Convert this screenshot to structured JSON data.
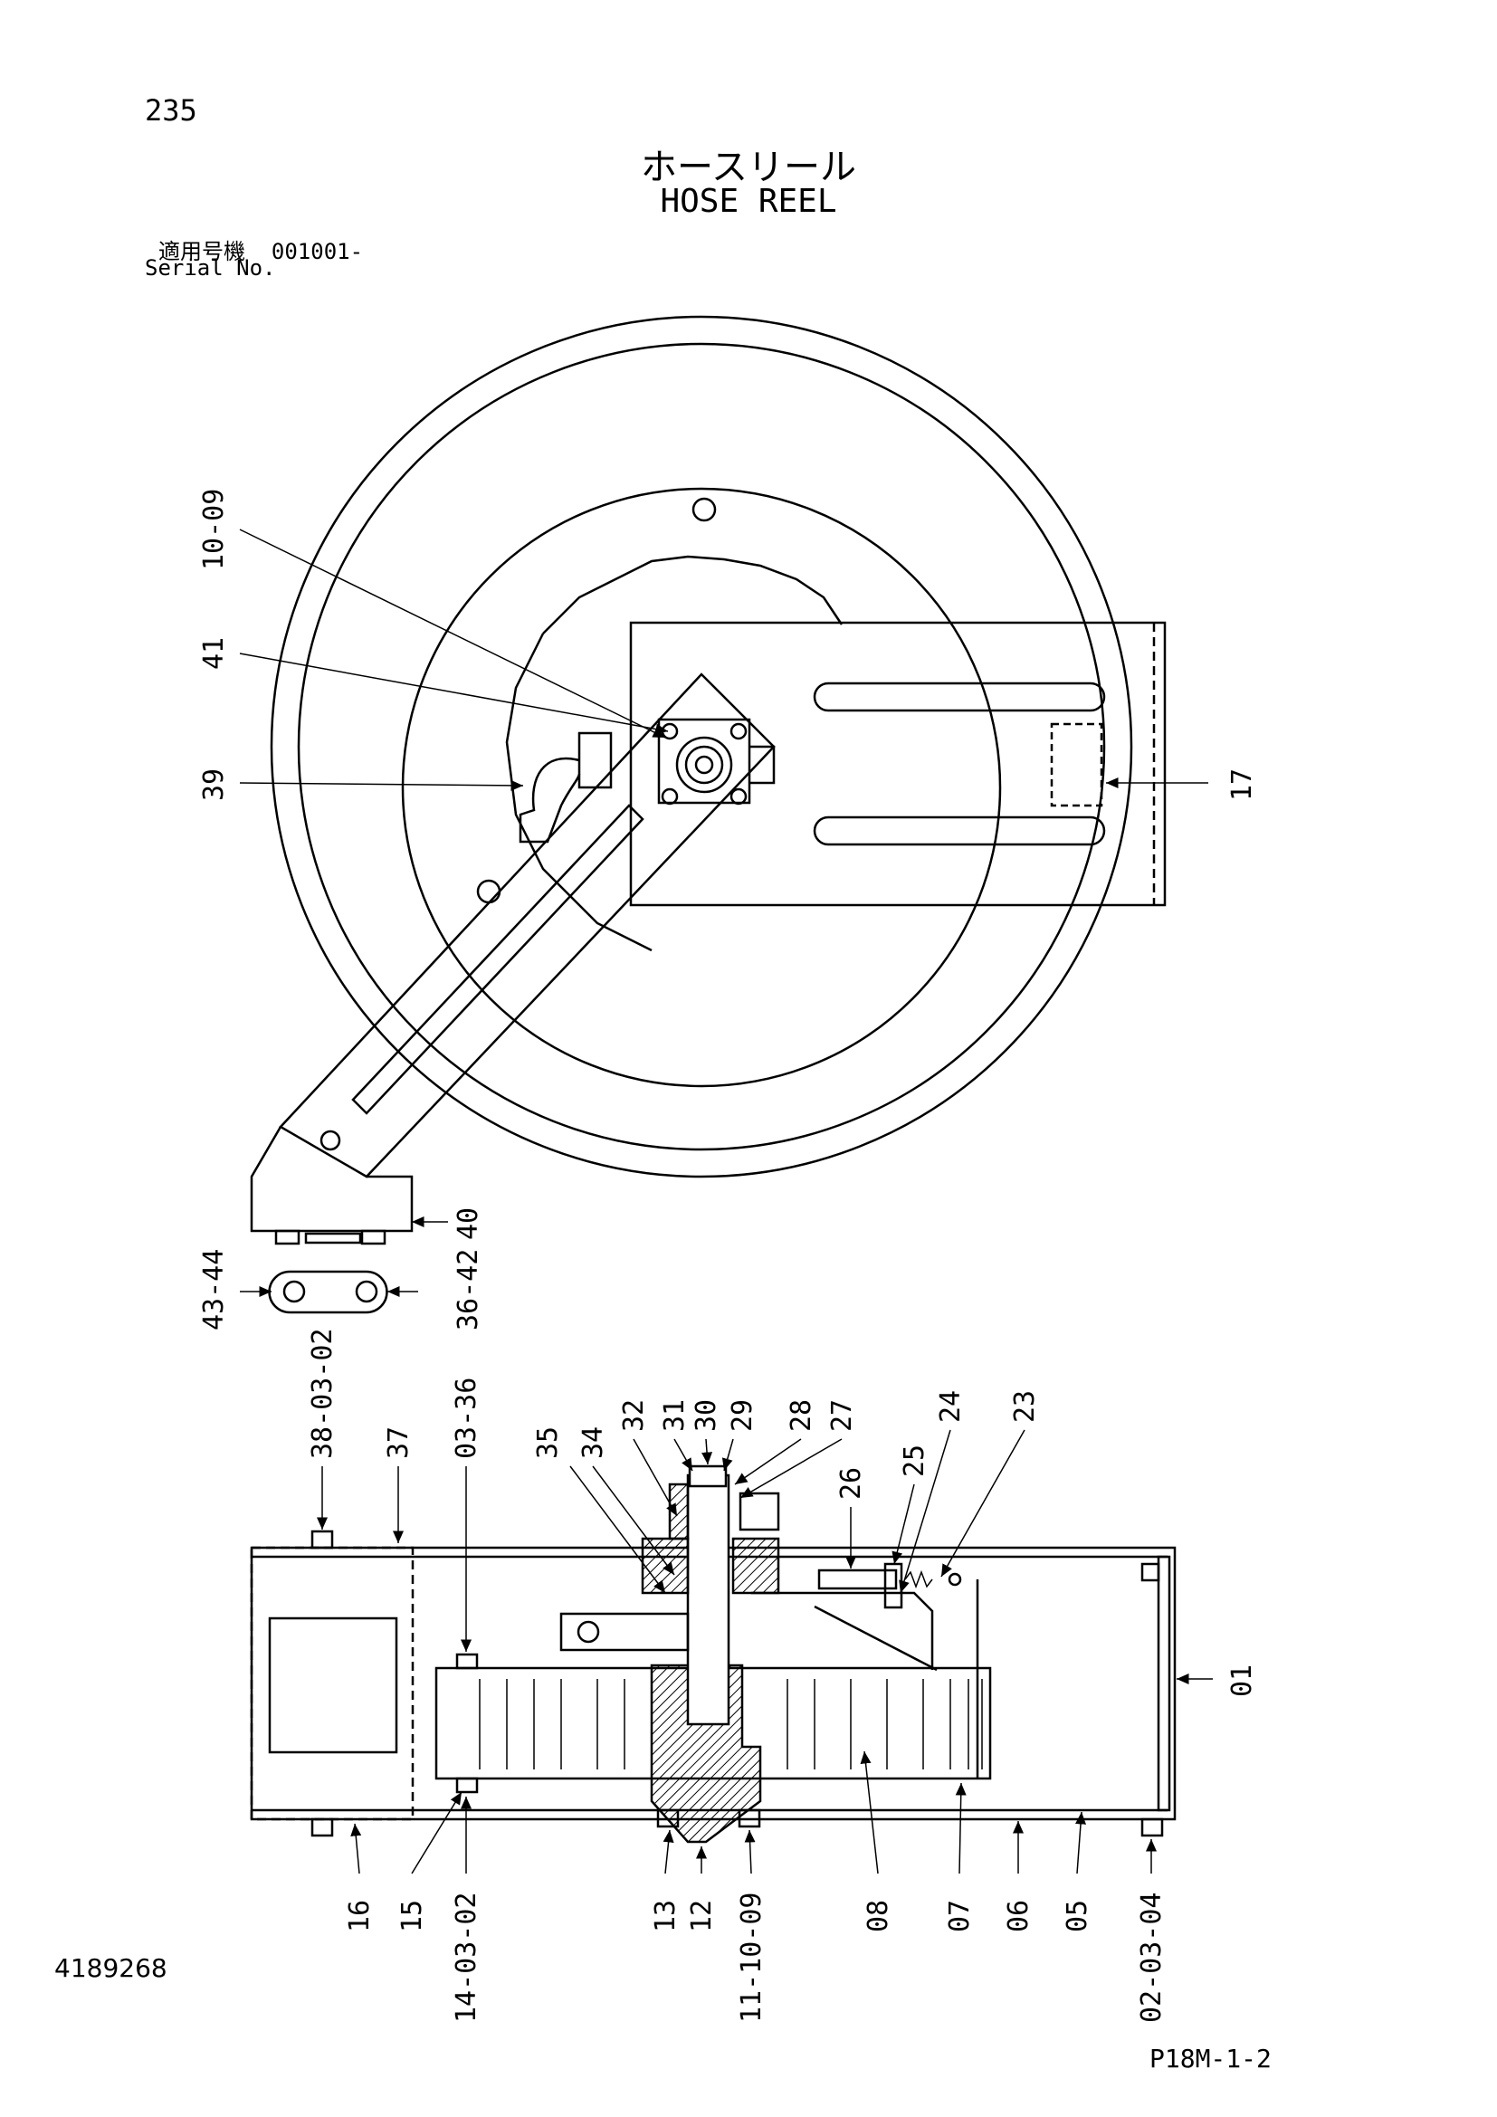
{
  "header": {
    "page_number": "235",
    "title_jp": "ホースリール",
    "title_en": "HOSE REEL",
    "serial_label_jp": "適用号機",
    "serial_value": "001001-",
    "serial_label_en": "Serial No."
  },
  "footer": {
    "doc_number": "4189268",
    "page_code": "P18M-1-2"
  },
  "part_labels": {
    "top_view": [
      "10-09",
      "41",
      "39",
      "17",
      "40",
      "43-44",
      "36-42"
    ],
    "section_top": [
      "38-03-02",
      "37",
      "03-36",
      "35",
      "34",
      "32",
      "31",
      "30",
      "29",
      "28",
      "27",
      "26",
      "25",
      "24",
      "23"
    ],
    "section_right": [
      "01"
    ],
    "section_bottom": [
      "16",
      "15",
      "14-03-02",
      "13",
      "12",
      "11-10-09",
      "08",
      "07",
      "06",
      "05",
      "02-03-04"
    ]
  }
}
